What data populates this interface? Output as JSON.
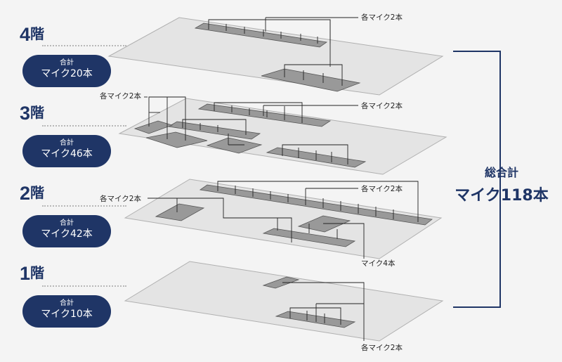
{
  "floors": [
    {
      "number": "4",
      "kanji": "階",
      "badge_top": "合計",
      "badge_bottom": "マイク20本"
    },
    {
      "number": "3",
      "kanji": "階",
      "badge_top": "合計",
      "badge_bottom": "マイク46本"
    },
    {
      "number": "2",
      "kanji": "階",
      "badge_top": "合計",
      "badge_bottom": "マイク42本"
    },
    {
      "number": "1",
      "kanji": "階",
      "badge_top": "合計",
      "badge_bottom": "マイク10本"
    }
  ],
  "annotations": {
    "each2": "各マイク2本",
    "mic4": "マイク4本"
  },
  "total": {
    "line1": "総合計",
    "line2": "マイク118本"
  },
  "colors": {
    "navy": "#1f3566",
    "plane": "#e4e4e4",
    "zone": "#9a9a9a"
  }
}
